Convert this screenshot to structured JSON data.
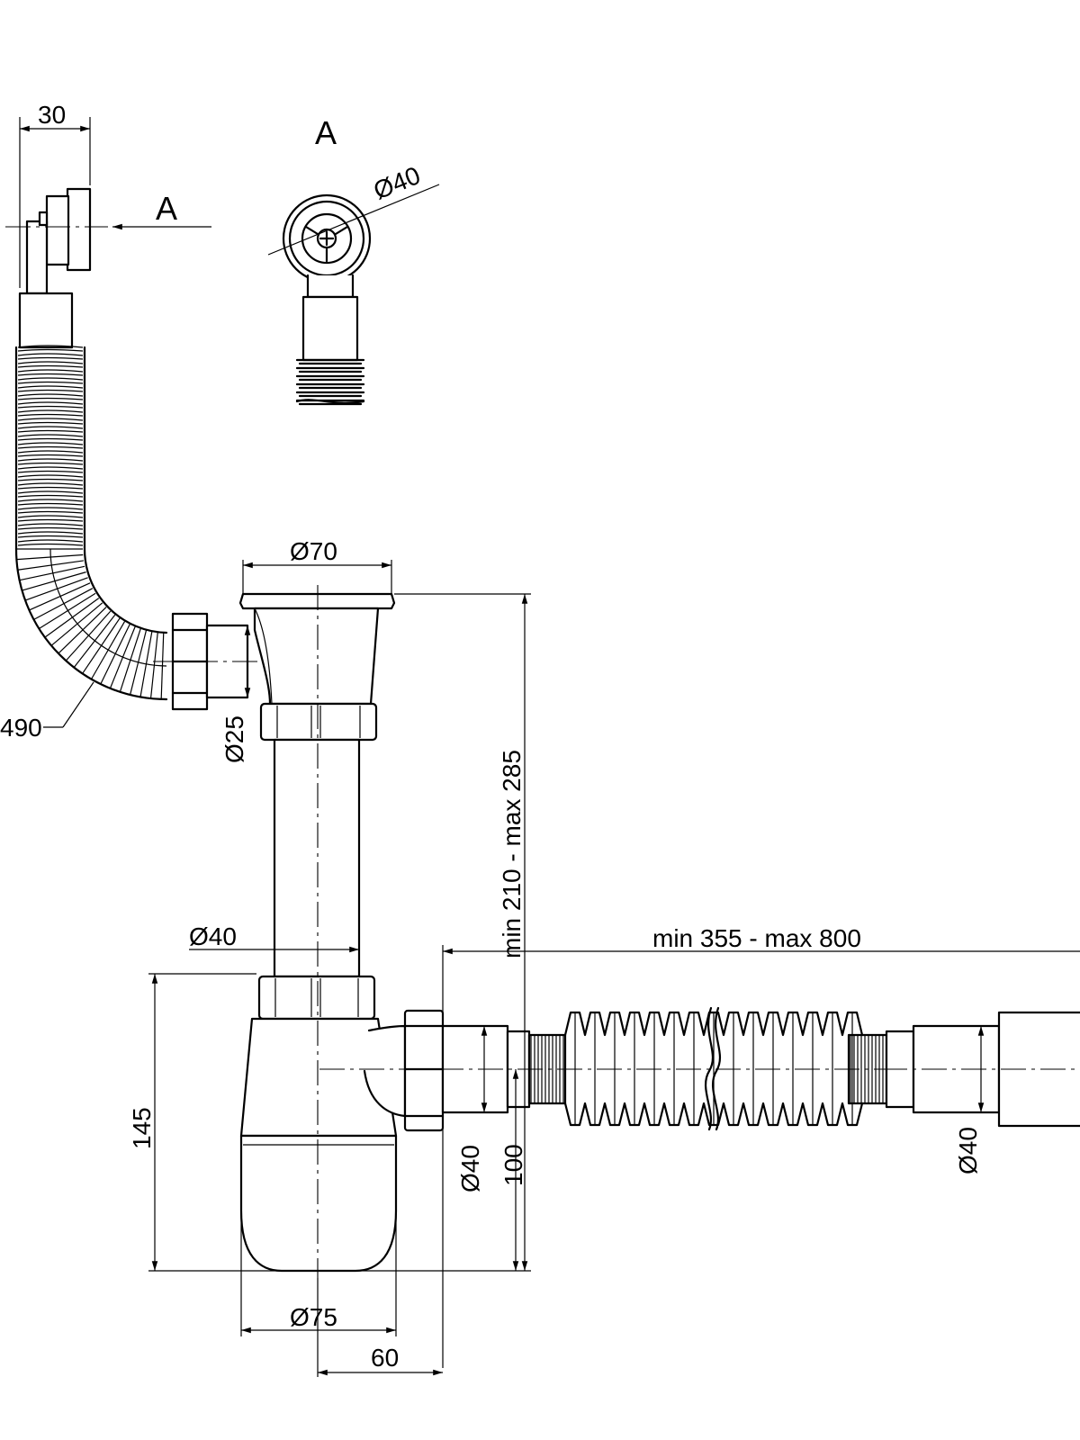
{
  "labels": {
    "top_width": "30",
    "view_marker_arrow": "A",
    "view_title": "A",
    "view_a_diameter": "Ø40",
    "hose_length": "490",
    "bowl_diameter": "Ø70",
    "overflow_diameter": "Ø25",
    "vertical_range": "min 210 - max 285",
    "tube_diameter": "Ø40",
    "horizontal_range": "min 355 - max 800",
    "height_total": "145",
    "outlet_diameter": "Ø40",
    "outlet_height": "100",
    "outlet_hose_diameter": "Ø40",
    "bottle_diameter": "Ø75",
    "offset_distance": "60"
  }
}
